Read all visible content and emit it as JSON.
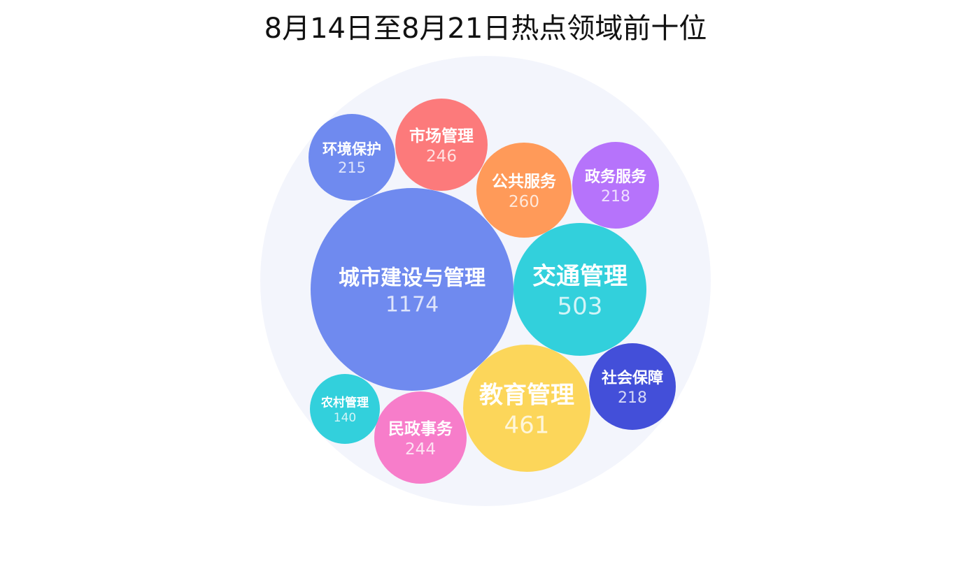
{
  "chart_data": {
    "type": "bubble",
    "title": "8月14日至8月21日热点领域前十位",
    "background_circle_color": "#f3f5fc",
    "items": [
      {
        "name": "城市建设与管理",
        "value": 1174,
        "color": "#6f8aef"
      },
      {
        "name": "交通管理",
        "value": 503,
        "color": "#32d0dc"
      },
      {
        "name": "教育管理",
        "value": 461,
        "color": "#fcd65a"
      },
      {
        "name": "公共服务",
        "value": 260,
        "color": "#ff9a59"
      },
      {
        "name": "市场管理",
        "value": 246,
        "color": "#fc7a7b"
      },
      {
        "name": "民政事务",
        "value": 244,
        "color": "#f77dca"
      },
      {
        "name": "政务服务",
        "value": 218,
        "color": "#b673fb"
      },
      {
        "name": "社会保障",
        "value": 218,
        "color": "#434fd9"
      },
      {
        "name": "环境保护",
        "value": 215,
        "color": "#6f8aef"
      },
      {
        "name": "农村管理",
        "value": 140,
        "color": "#32d0dc"
      }
    ]
  }
}
